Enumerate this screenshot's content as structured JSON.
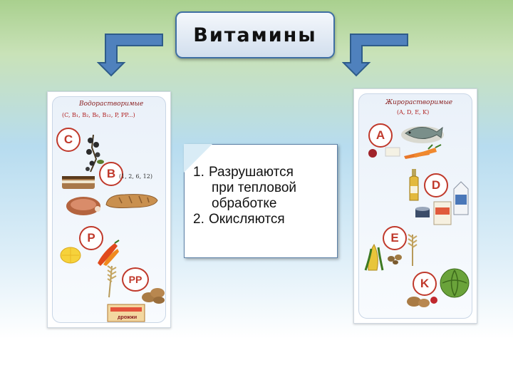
{
  "title": "Витамины",
  "note": {
    "items": [
      {
        "num": "1.",
        "lines": [
          "Разрушаются",
          "при тепловой",
          "обработке"
        ]
      },
      {
        "num": "2.",
        "lines": [
          "Окисляются"
        ]
      }
    ]
  },
  "left_card": {
    "heading": "Водорастворимые",
    "subheading": "(C, B₁, B₂, B₆, B₁₂, P, PP...)",
    "badges": [
      "C",
      "B",
      "P",
      "PP"
    ],
    "b_label": "(1, 2, 6, 12)",
    "box_label": "дрожжи"
  },
  "right_card": {
    "heading": "Жирорастворимые",
    "subheading": "(A, D, E, K)",
    "badges": [
      "A",
      "D",
      "E",
      "K"
    ]
  },
  "colors": {
    "arrow_fill": "#4f81bd",
    "arrow_stroke": "#2e5c8a",
    "badge": "#c0392b"
  }
}
